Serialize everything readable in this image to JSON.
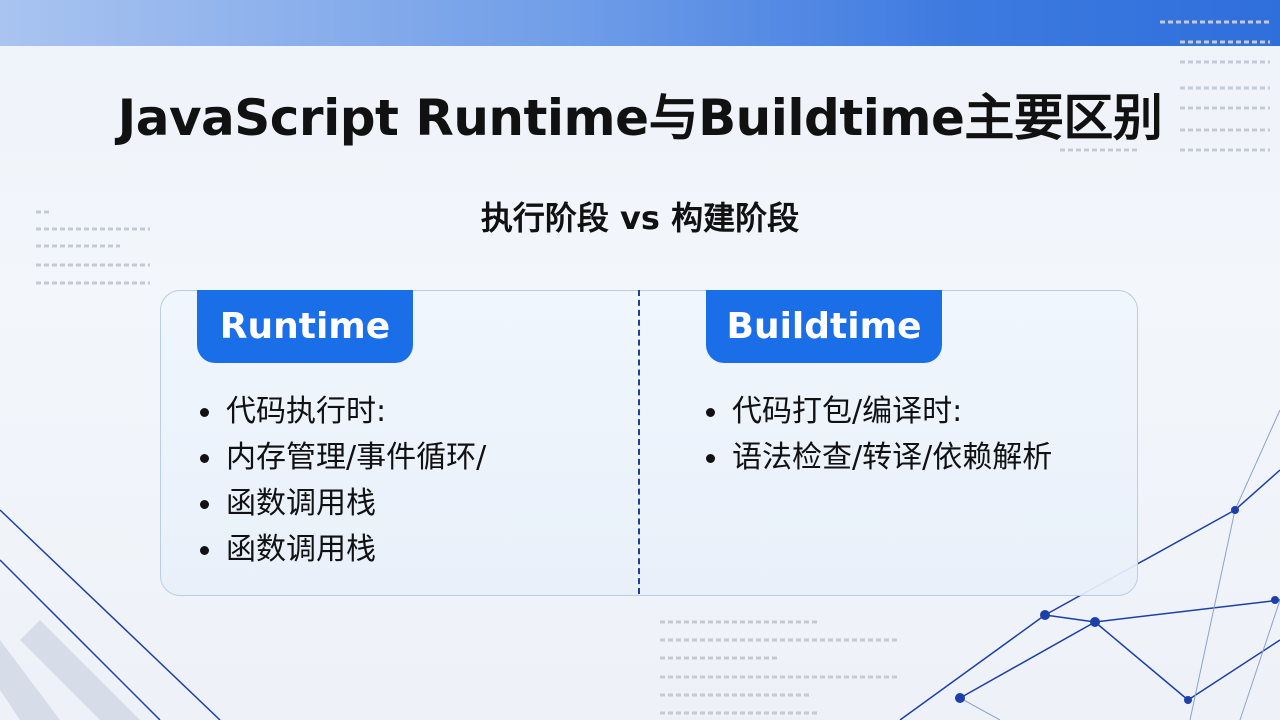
{
  "title": "JavaScript Runtime与Buildtime主要区别",
  "subtitle": "执行阶段 vs 构建阶段",
  "runtime": {
    "label": "Runtime",
    "items": [
      "代码执行时:",
      "内存管理/事件循环/",
      "函数调用栈",
      "函数调用栈"
    ]
  },
  "buildtime": {
    "label": "Buildtime",
    "items": [
      "代码打包/编译时:",
      "语法检查/转译/依赖解析"
    ]
  },
  "colors": {
    "accent": "#1a6fe8",
    "divider": "#1f3f9a",
    "network": "#1c3fa8"
  }
}
